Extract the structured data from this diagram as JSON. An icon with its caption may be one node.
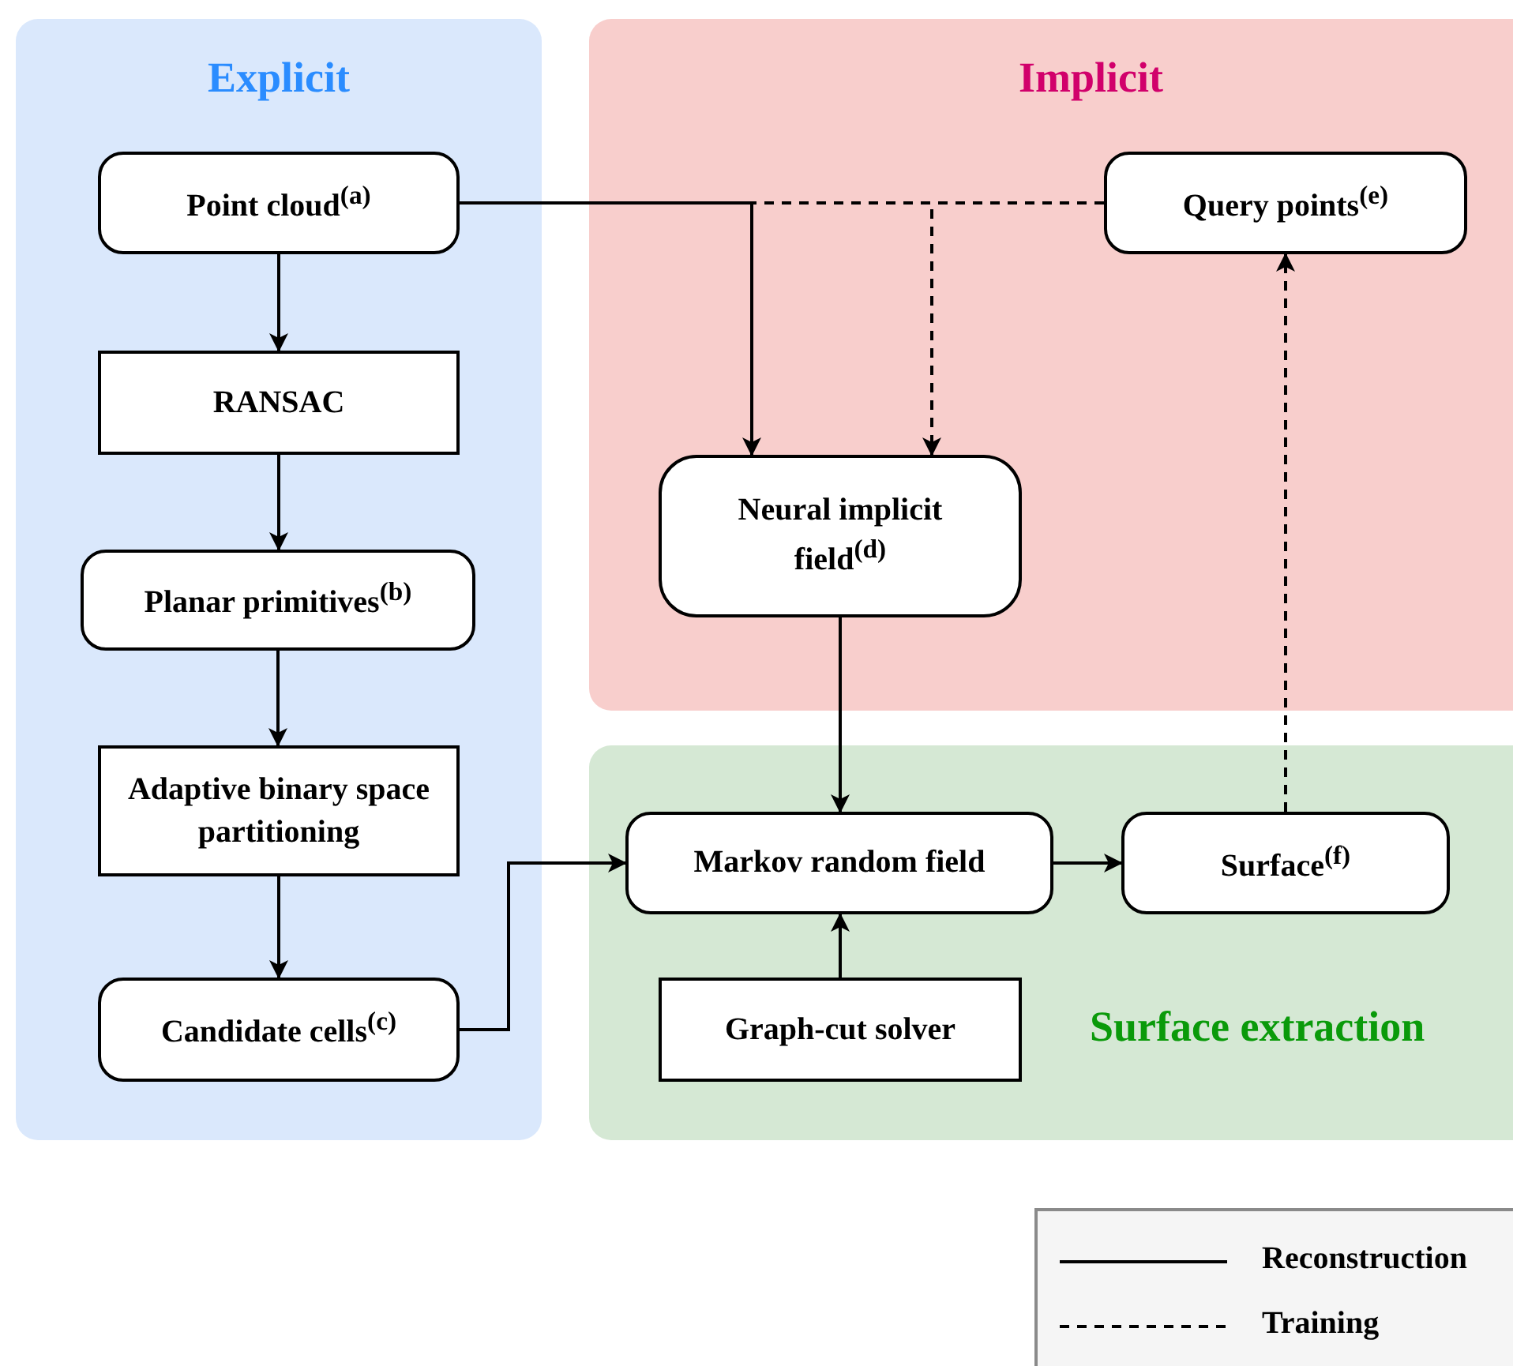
{
  "diagram": {
    "nodes": [
      {
        "text": [
          "Explicit"
        ]
      },
      {
        "text": [
          "Point cloud$^{(a)}$"
        ],
        "in": 0
      },
      {
        "text": [
          "RANSAC"
        ],
        "in": 0
      },
      {
        "text": [
          "Planar primitives$^{(b)}$"
        ],
        "in": 0
      },
      {
        "text": [
          "Adaptive binary space partitioning"
        ],
        "in": 0
      },
      {
        "text": [
          "Candidate cells$^{(c)}$"
        ],
        "in": 0
      },
      {
        "text": [
          "Implicit"
        ]
      },
      {
        "text": [
          "Query points$^{(e)}$"
        ],
        "in": 6
      },
      {
        "text": [
          "Neural implicit field$^{(d)}$"
        ],
        "in": 6
      },
      {
        "text": [
          "Surface extraction"
        ]
      },
      {
        "text": [
          "Markov random field"
        ],
        "in": 9
      },
      {
        "text": [
          "Surface$^{(f)}$"
        ],
        "in": 9
      },
      {
        "text": [
          "Graph-cut solver"
        ],
        "in": 9
      }
    ],
    "edges": [
      {
        "from": 1,
        "to": 2,
        "arrow": "to"
      },
      {
        "from": 2,
        "to": 3,
        "arrow": "to"
      },
      {
        "from": 3,
        "to": 4,
        "arrow": "to"
      },
      {
        "from": 4,
        "to": 5,
        "arrow": "to"
      },
      {
        "from": 1,
        "to": 8,
        "arrow": "to"
      },
      {
        "from": 7,
        "to": 8,
        "arrow": "to",
        "style": "dashed"
      },
      {
        "from": 8,
        "to": 10,
        "arrow": "to"
      },
      {
        "from": 5,
        "to": 10,
        "arrow": "to"
      },
      {
        "from": 10,
        "to": 11,
        "arrow": "to"
      },
      {
        "from": 12,
        "to": 10,
        "arrow": "to"
      },
      {
        "from": 11,
        "to": 7,
        "arrow": "to",
        "style": "dashed"
      }
    ],
    "legend": [
      {
        "text": "Reconstruction"
      },
      {
        "text": "Training"
      }
    ]
  }
}
